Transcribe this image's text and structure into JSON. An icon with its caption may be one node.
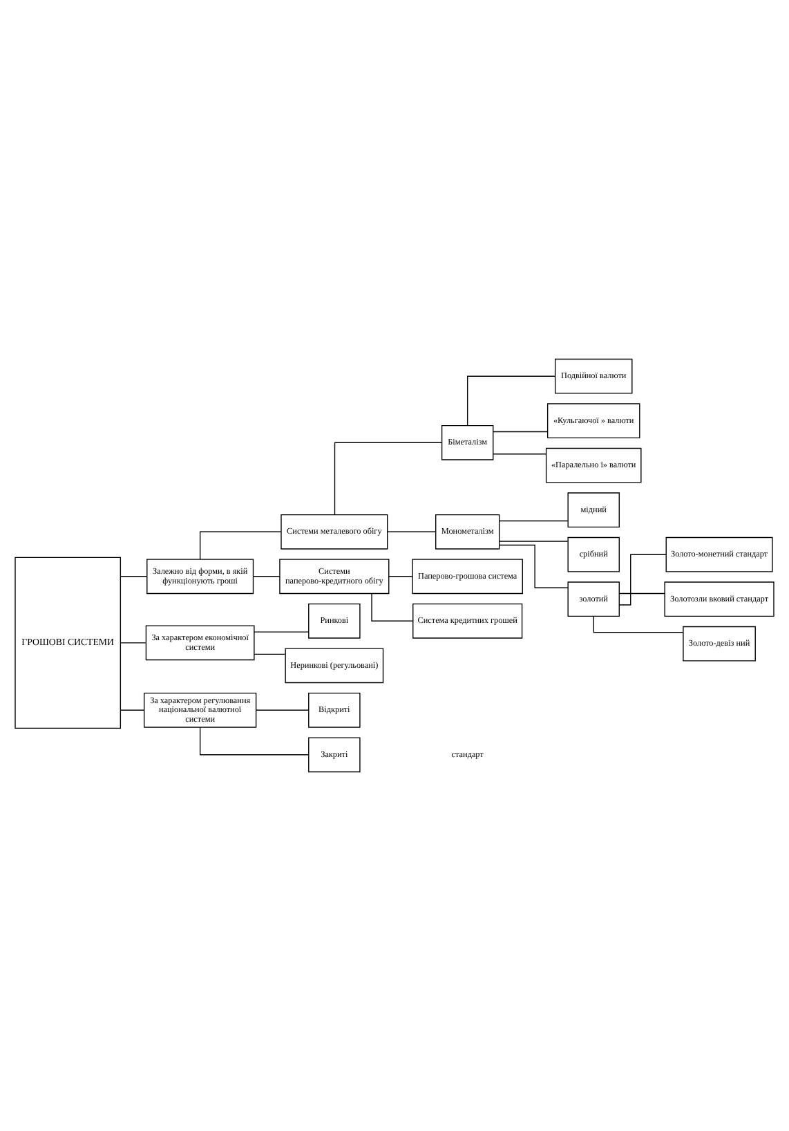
{
  "diagram": {
    "nodes": [
      {
        "text": [
          "ГРОШОВІ СИСТЕМИ"
        ]
      },
      {
        "text": [
          "Залежно від форми, в якій функціонують гроші"
        ]
      },
      {
        "text": [
          "Системи металевого обігу"
        ]
      },
      {
        "text": [
          "Системи паперово-кредитного обігу"
        ]
      },
      {
        "text": [
          "Біметалізм"
        ]
      },
      {
        "text": [
          "Монометалізм"
        ]
      },
      {
        "text": [
          "Паперово-грошова система"
        ]
      },
      {
        "text": [
          "Система кредитних грошей"
        ]
      },
      {
        "text": [
          "Подвійної валюти"
        ]
      },
      {
        "text": [
          "«Кульгаючої » валюти"
        ]
      },
      {
        "text": [
          "«Паралельно ї» валюти"
        ]
      },
      {
        "text": [
          "мідний"
        ]
      },
      {
        "text": [
          "срібний"
        ]
      },
      {
        "text": [
          "золотий"
        ]
      },
      {
        "text": [
          "Золото-монетний стандарт"
        ]
      },
      {
        "text": [
          "Золотозли вковий стандарт"
        ]
      },
      {
        "text": [
          "Золото-девіз ний"
        ]
      },
      {
        "text": [
          "За характером економічної системи"
        ]
      },
      {
        "text": [
          "Ринкові"
        ]
      },
      {
        "text": [
          "Неринкові (регульовані)"
        ]
      },
      {
        "text": [
          "За характером регулювання національної валютної системи"
        ]
      },
      {
        "text": [
          "Відкриті"
        ]
      },
      {
        "text": [
          "Закриті"
        ]
      }
    ],
    "edges": [
      {
        "from": 0,
        "to": 1,
        "arrow": "none"
      },
      {
        "from": 1,
        "to": 2,
        "arrow": "none"
      },
      {
        "from": 1,
        "to": 3,
        "arrow": "none"
      },
      {
        "from": 2,
        "to": 4,
        "arrow": "none"
      },
      {
        "from": 2,
        "to": 5,
        "arrow": "none"
      },
      {
        "from": 3,
        "to": 6,
        "arrow": "none"
      },
      {
        "from": 3,
        "to": 7,
        "arrow": "none"
      },
      {
        "from": 4,
        "to": 8,
        "arrow": "none"
      },
      {
        "from": 4,
        "to": 9,
        "arrow": "none"
      },
      {
        "from": 4,
        "to": 10,
        "arrow": "none"
      },
      {
        "from": 5,
        "to": 11,
        "arrow": "none"
      },
      {
        "from": 5,
        "to": 12,
        "arrow": "none"
      },
      {
        "from": 5,
        "to": 13,
        "arrow": "none"
      },
      {
        "from": 13,
        "to": 14,
        "arrow": "none"
      },
      {
        "from": 13,
        "to": 15,
        "arrow": "none"
      },
      {
        "from": 13,
        "to": 16,
        "arrow": "none"
      },
      {
        "from": 0,
        "to": 17,
        "arrow": "none"
      },
      {
        "from": 17,
        "to": 18,
        "arrow": "none"
      },
      {
        "from": 17,
        "to": 19,
        "arrow": "none"
      },
      {
        "from": 0,
        "to": 20,
        "arrow": "none"
      },
      {
        "from": 20,
        "to": 21,
        "arrow": "none"
      },
      {
        "from": 20,
        "to": 22,
        "arrow": "none"
      }
    ],
    "labels": [
      "стандарт"
    ]
  }
}
